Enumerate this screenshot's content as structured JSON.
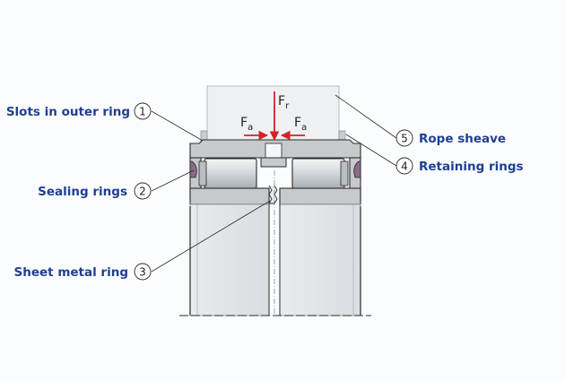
{
  "callouts": [
    {
      "num": "1",
      "label": "Slots in outer ring"
    },
    {
      "num": "2",
      "label": "Sealing rings"
    },
    {
      "num": "3",
      "label": "Sheet metal ring"
    },
    {
      "num": "4",
      "label": "Retaining rings"
    },
    {
      "num": "5",
      "label": "Rope sheave"
    }
  ],
  "forces": {
    "radial": {
      "symbol": "F",
      "sub": "r"
    },
    "axial_left": {
      "symbol": "F",
      "sub": "a"
    },
    "axial_right": {
      "symbol": "F",
      "sub": "a"
    }
  },
  "colors": {
    "label": "#1f3f93",
    "force_arrow": "#d2232a",
    "ring_fill": "#c6cacd",
    "roller_fill": "#dde0e2",
    "seal_fill": "#8a6b86",
    "sheave_fill": "#eaedef",
    "outline": "#2a2a2a"
  }
}
